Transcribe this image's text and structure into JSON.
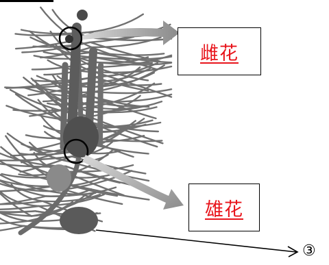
{
  "labels": {
    "female_flower": "雌花",
    "male_flower": "雄花",
    "number_label": "③"
  },
  "colors": {
    "label_text": "#e8141b",
    "needle": "#6f6f6f",
    "arrow": "#9a9a9a"
  }
}
